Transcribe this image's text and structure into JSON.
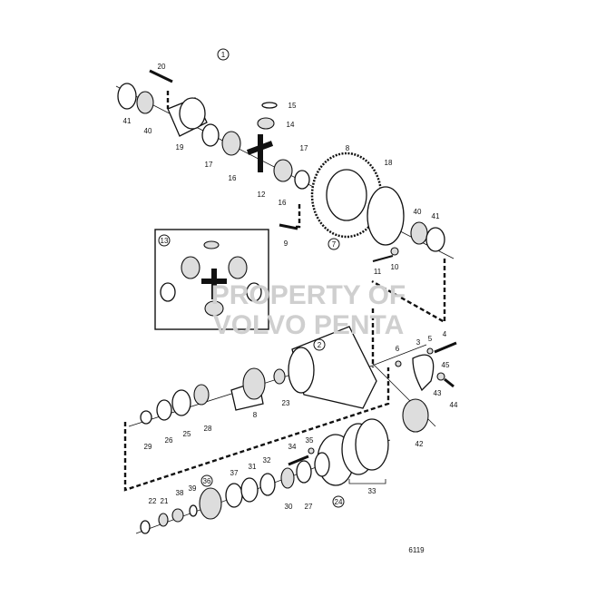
{
  "diagram_number": "6119",
  "watermark": [
    "PROPERTY OF",
    "VOLVO PENTA"
  ],
  "groups": {
    "g1": "1",
    "g2": "2",
    "g7": "7",
    "g13": "13",
    "g24": "24",
    "g36": "36"
  },
  "labels": {
    "l20": "20",
    "l41a": "41",
    "l40a": "40",
    "l19": "19",
    "l17a": "17",
    "l16a": "16",
    "l12": "12",
    "l16b": "16",
    "l17b": "17",
    "l15": "15",
    "l14": "14",
    "l8a": "8",
    "l18": "18",
    "l40b": "40",
    "l41b": "41",
    "l9": "9",
    "l10": "10",
    "l11": "11",
    "l6": "6",
    "l3": "3",
    "l5": "5",
    "l4": "4",
    "l45": "45",
    "l43": "43",
    "l44": "44",
    "l42": "42",
    "l23": "23",
    "l8b": "8",
    "l28": "28",
    "l25": "25",
    "l26": "26",
    "l29": "29",
    "l34": "34",
    "l35": "35",
    "l32": "32",
    "l31": "31",
    "l37": "37",
    "l39": "39",
    "l38": "38",
    "l21": "21",
    "l22": "22",
    "l30": "30",
    "l27": "27",
    "l33": "33"
  }
}
